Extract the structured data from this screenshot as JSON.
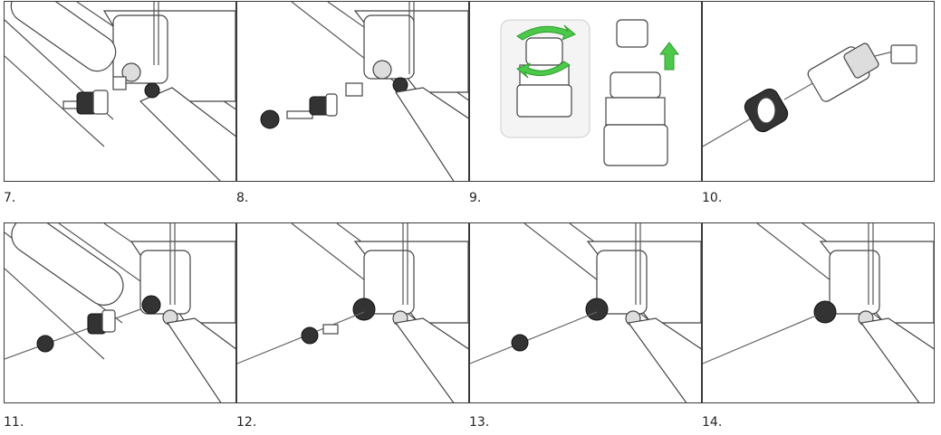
{
  "steps": [
    {
      "label": "7."
    },
    {
      "label": "8."
    },
    {
      "label": "9."
    },
    {
      "label": "10."
    },
    {
      "label": "11."
    },
    {
      "label": "12."
    },
    {
      "label": "13."
    },
    {
      "label": "14."
    }
  ],
  "colors": {
    "arrow": "#4cc84a",
    "border": "#3a3a3a"
  }
}
